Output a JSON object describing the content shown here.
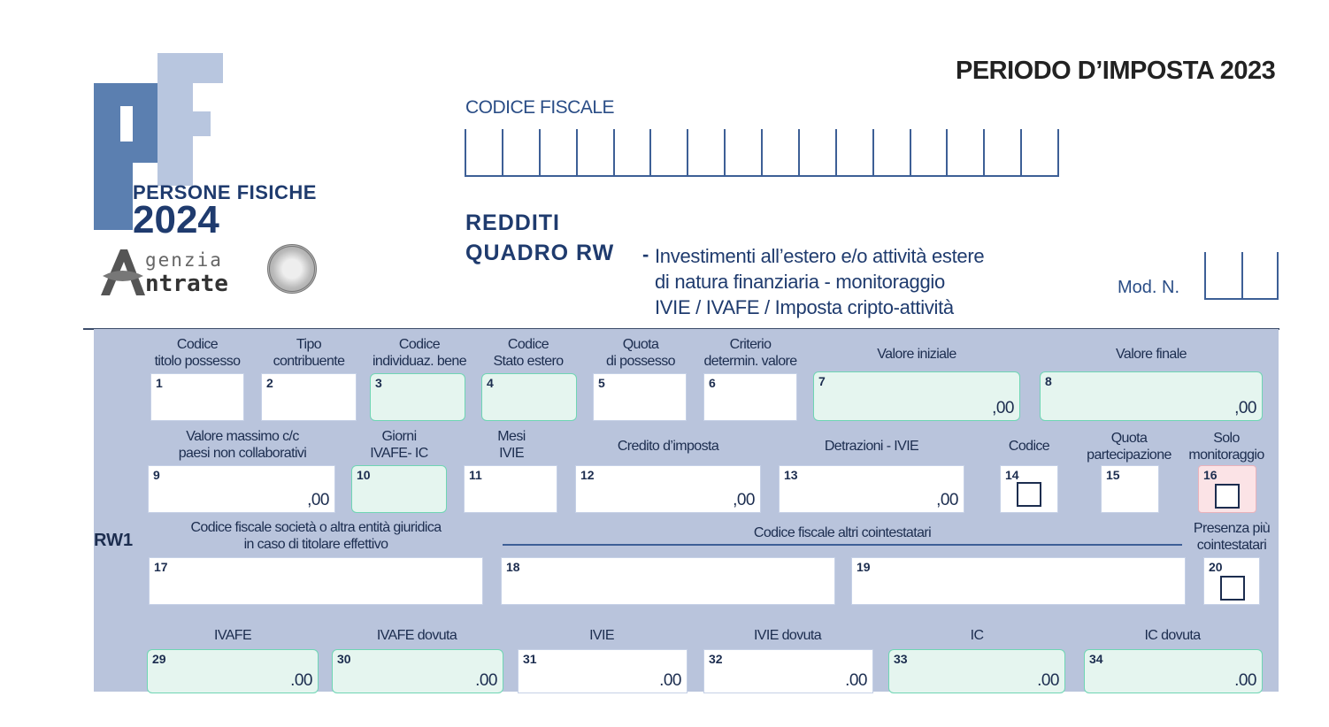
{
  "logo": {
    "pf_text": "PF",
    "persone_fisiche": "PERSONE FISICHE",
    "year": "2024",
    "agenzia_top": "genzia",
    "agenzia_bottom": "ntrate"
  },
  "header": {
    "periodo": "PERIODO D’IMPOSTA 2023",
    "codice_fiscale_label": "CODICE FISCALE",
    "codice_fiscale_boxes": 16,
    "redditi": "REDDITI",
    "quadro": "QUADRO RW",
    "desc_dash": "-",
    "desc_line1": "Investimenti all’estero e/o attività estere",
    "desc_line2": "di natura finanziaria - monitoraggio",
    "desc_line3": "IVIE / IVAFE / Imposta cripto-attività",
    "mod_n": "Mod. N."
  },
  "form": {
    "row_label": "RW1",
    "labels": {
      "l1a": "Codice",
      "l1b": "titolo possesso",
      "l2a": "Tipo",
      "l2b": "contribuente",
      "l3a": "Codice",
      "l3b": "individuaz. bene",
      "l4a": "Codice",
      "l4b": "Stato estero",
      "l5a": "Quota",
      "l5b": "di possesso",
      "l6a": "Criterio",
      "l6b": "determin. valore",
      "l7": "Valore iniziale",
      "l8": "Valore finale",
      "l9a": "Valore massimo c/c",
      "l9b": "paesi non collaborativi",
      "l10a": "Giorni",
      "l10b": "IVAFE- IC",
      "l11a": "Mesi",
      "l11b": "IVIE",
      "l12": "Credito d’imposta",
      "l13": "Detrazioni - IVIE",
      "l14": "Codice",
      "l15a": "Quota",
      "l15b": "partecipazione",
      "l16a": "Solo",
      "l16b": "monitoraggio",
      "l17a": "Codice fiscale società o altra entità giuridica",
      "l17b": "in caso di titolare effettivo",
      "l18": "Codice fiscale altri cointestatari",
      "l20a": "Presenza più",
      "l20b": "cointestatari",
      "l29": "IVAFE",
      "l30": "IVAFE dovuta",
      "l31": "IVIE",
      "l32": "IVIE dovuta",
      "l33": "IC",
      "l34": "IC dovuta"
    },
    "nums": {
      "n1": "1",
      "n2": "2",
      "n3": "3",
      "n4": "4",
      "n5": "5",
      "n6": "6",
      "n7": "7",
      "n8": "8",
      "n9": "9",
      "n10": "10",
      "n11": "11",
      "n12": "12",
      "n13": "13",
      "n14": "14",
      "n15": "15",
      "n16": "16",
      "n17": "17",
      "n18": "18",
      "n19": "19",
      "n20": "20",
      "n29": "29",
      "n30": "30",
      "n31": "31",
      "n32": "32",
      "n33": "33",
      "n34": "34"
    },
    "suffix_comma": ",00",
    "suffix_dot": ".00"
  }
}
